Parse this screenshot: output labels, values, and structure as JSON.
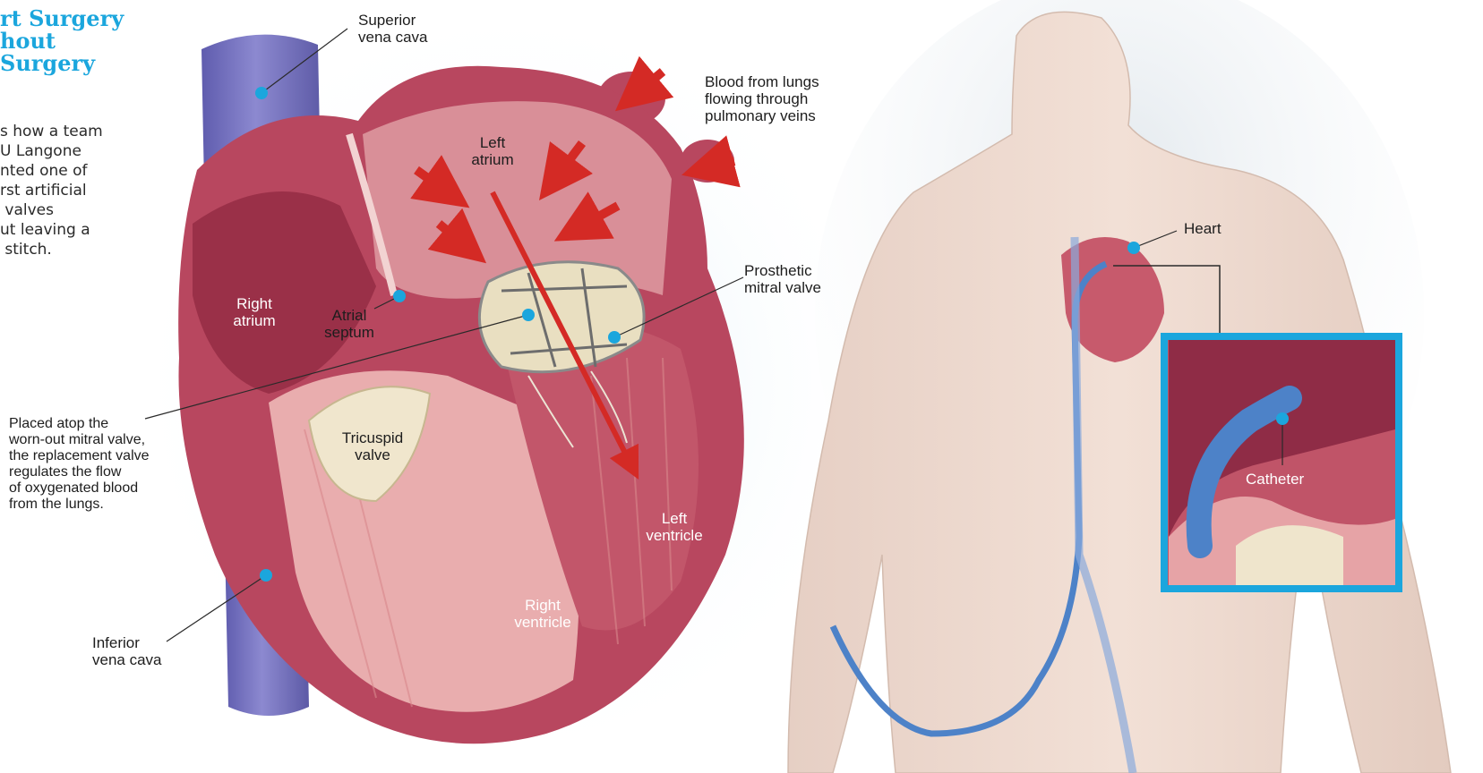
{
  "title": "rt Surgery\nhout\nSurgery",
  "intro": "s how a team\nU Langone\nnted one of\nrst artificial\n valves\nut leaving a\n stitch.",
  "colors": {
    "accent": "#1ba6dd",
    "vena_cava": "#7b78c4",
    "heart_outer": "#b8475f",
    "heart_inner": "#d77f88",
    "muscle": "#e8a5a8",
    "arrow": "#d42a25",
    "skin": "#eed9cf",
    "catheter": "#4d82c8"
  },
  "labels": {
    "superior_vena_cava": "Superior\nvena cava",
    "blood_from_lungs": "Blood from lungs\nflowing through\npulmonary veins",
    "left_atrium": "Left\natrium",
    "right_atrium": "Right\natrium",
    "atrial_septum": "Atrial\nseptum",
    "prosthetic_mitral_valve": "Prosthetic\nmitral valve",
    "placed_atop": "Placed atop the\nworn-out mitral valve,\nthe replacement valve\nregulates the flow\nof oxygenated blood\nfrom the lungs.",
    "tricuspid_valve": "Tricuspid\nvalve",
    "left_ventricle": "Left\nventricle",
    "right_ventricle": "Right\nventricle",
    "inferior_vena_cava": "Inferior\nvena cava",
    "heart": "Heart",
    "catheter": "Catheter"
  }
}
